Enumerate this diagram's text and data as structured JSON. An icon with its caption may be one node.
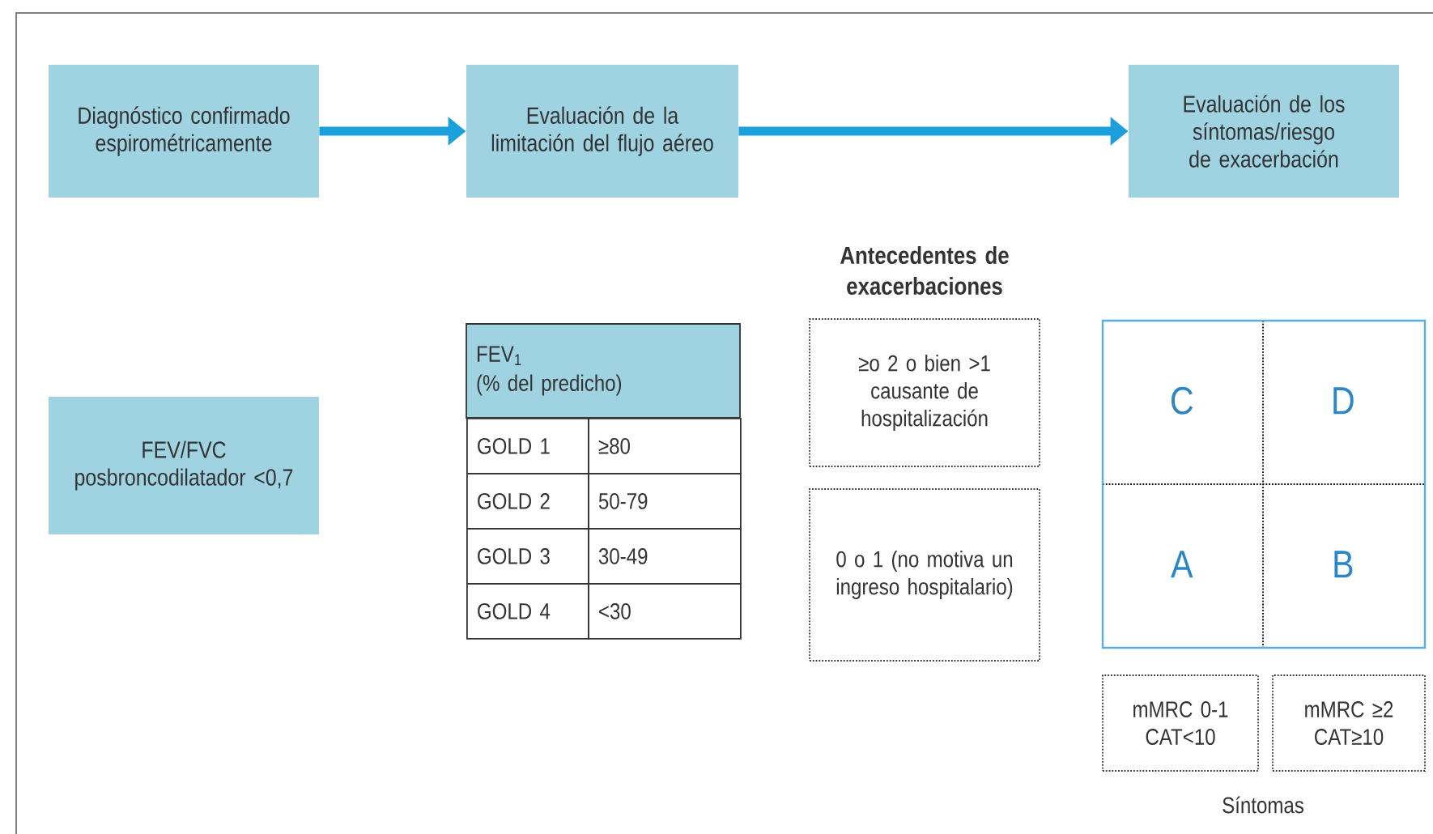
{
  "diagram": {
    "nodes": [
      {
        "text": [
          "Diagnóstico confirmado espirométricamente"
        ]
      },
      {
        "text": [
          "Evaluación de la limitación del flujo aéreo"
        ]
      },
      {
        "text": [
          "Evaluación de los síntomas/riesgo de exacerbación"
        ]
      },
      {
        "text": [
          "FEV/FVC posbroncodilatador <0,7"
        ]
      },
      {
        "text": [
          "FEV$_{1}$",
          "(% del predicho)"
        ]
      },
      {
        "text": [
          "≥o 2 o bien >1 causante de hospitalización"
        ]
      },
      {
        "text": [
          "0 o 1 (no motiva un ingreso hospitalario)"
        ]
      },
      {
        "text": [],
        "shape": "box"
      },
      {
        "text": [
          "C"
        ],
        "in": 7
      },
      {
        "text": [
          "D"
        ],
        "in": 7
      },
      {
        "text": [
          "A"
        ],
        "in": 7
      },
      {
        "text": [
          "B"
        ],
        "in": 7
      },
      {
        "text": [
          "mMRC 0-1 CAT<10"
        ]
      },
      {
        "text": [
          "mMRC ≥2 CAT≥10"
        ]
      }
    ],
    "edges": [
      {
        "from": 0,
        "to": 1,
        "arrow": "to"
      },
      {
        "from": 1,
        "to": 2,
        "arrow": "to"
      }
    ],
    "labels": [
      "Antecedentes de exacerbaciones",
      "GOLD 1",
      "≥80",
      "GOLD 2",
      "50-79",
      "GOLD 3",
      "30-49",
      "GOLD 4",
      "<30",
      "Síntomas"
    ]
  }
}
